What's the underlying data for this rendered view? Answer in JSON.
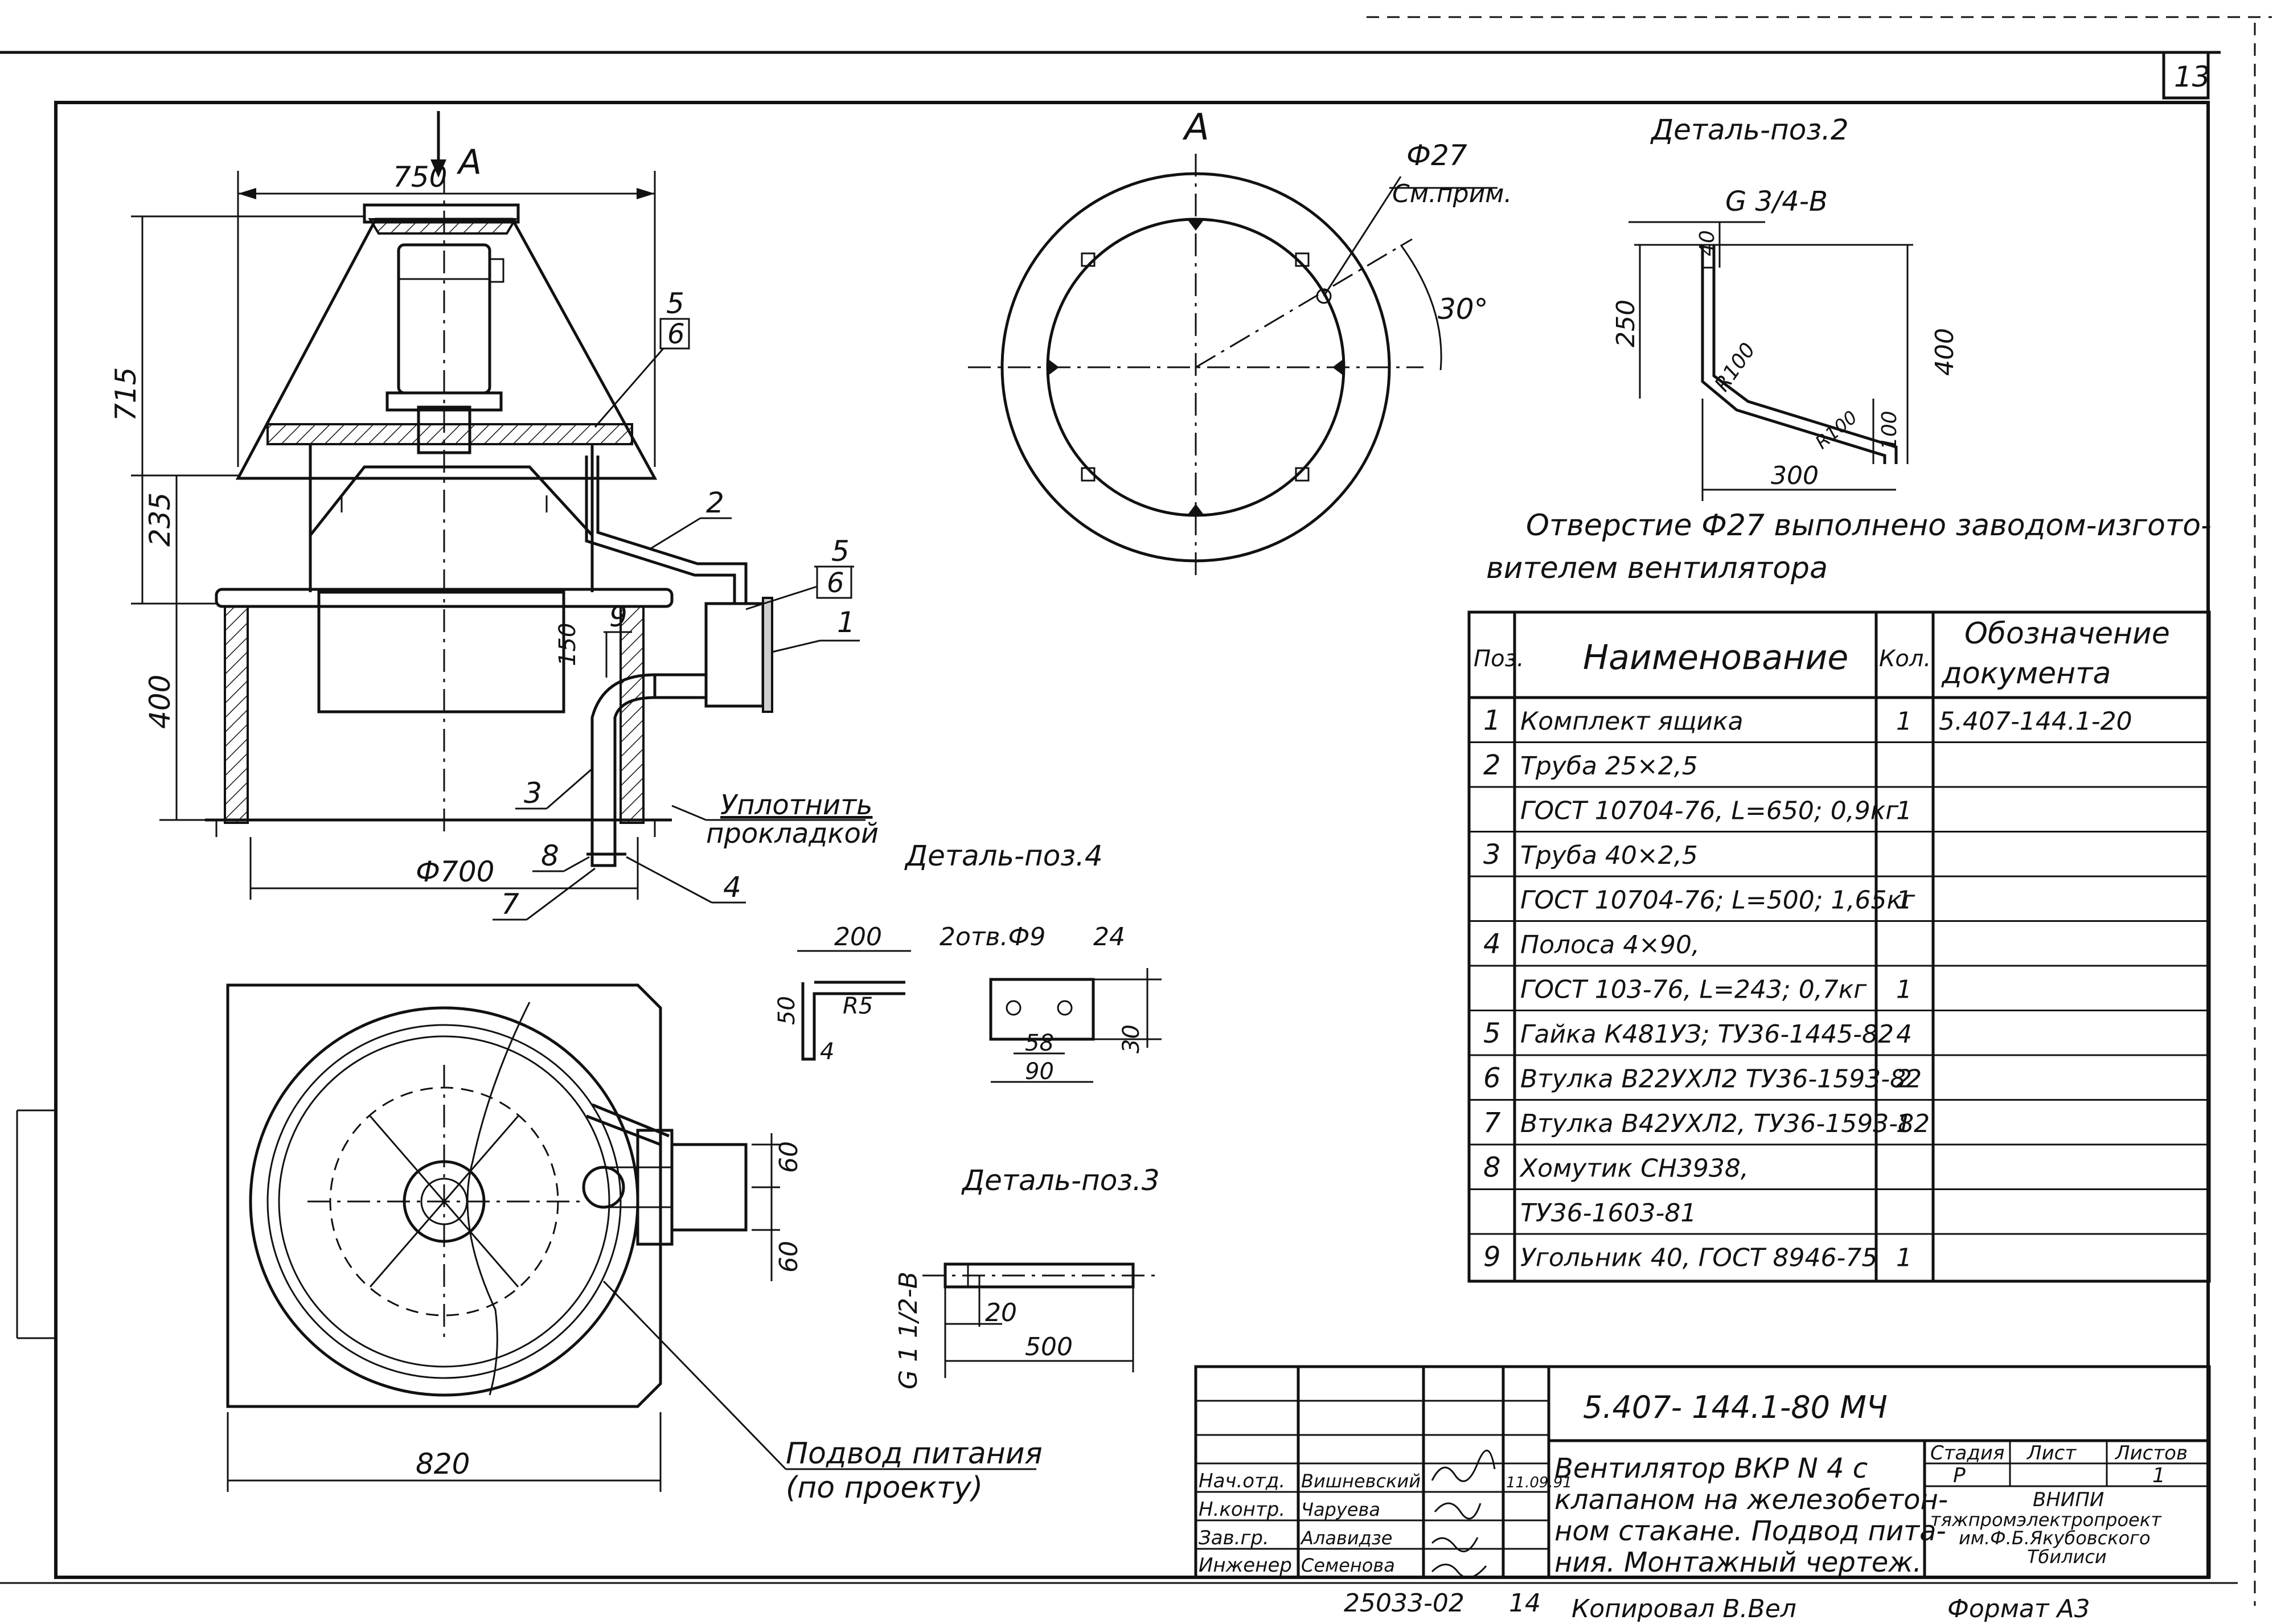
{
  "page_number": "13",
  "section_view_label": "A",
  "view_arrow_label": "A",
  "main_view": {
    "dim_750": "750",
    "dim_715": "715",
    "dim_235": "235",
    "dim_400": "400",
    "dim_150": "150",
    "dim_700": "Ф700",
    "callout_5a": "5",
    "callout_6a": "6",
    "callout_2": "2",
    "callout_5b": "5",
    "callout_6b": "6",
    "callout_1": "1",
    "callout_9": "9",
    "callout_3": "3",
    "callout_8": "8",
    "callout_7": "7",
    "callout_4": "4",
    "seal_note_line1": "Уплотнить",
    "seal_note_line2": "прокладкой"
  },
  "plan_view": {
    "dim_820": "820",
    "dim_60a": "60",
    "dim_60b": "60",
    "supply_note_line1": "Подвод питания",
    "supply_note_line2": "(по проекту)"
  },
  "view_a": {
    "hole_dim": "Ф27",
    "hole_note": "См.прим.",
    "angle": "30°"
  },
  "detail_2": {
    "title": "Деталь-поз.2",
    "thread": "G 3/4-B",
    "dim_40": "40",
    "dim_250": "250",
    "dim_r100a": "R100",
    "dim_r100b": "R100",
    "dim_400": "400",
    "dim_100": "100",
    "dim_300": "300"
  },
  "note_line1": "Отверстие  Ф27 выполнено заводом-изгото-",
  "note_line2": "вителем вентилятора",
  "detail_4": {
    "title": "Деталь-поз.4",
    "dim_200": "200",
    "holes": "2отв.Ф9",
    "dim_24": "24",
    "dim_50": "50",
    "dim_r5": "R5",
    "dim_4": "4",
    "dim_58": "58",
    "dim_30": "30",
    "dim_90": "90"
  },
  "detail_3": {
    "title": "Деталь-поз.3",
    "thread": "G 1 1/2-B",
    "dim_20": "20",
    "dim_500": "500"
  },
  "spec_table": {
    "headers": {
      "pos": "Поз.",
      "name": "Наименование",
      "qty": "Кол.",
      "doc_line1": "Обозначение",
      "doc_line2": "документа"
    },
    "rows": [
      {
        "pos": "1",
        "name": "Комплект ящика",
        "qty": "1",
        "doc": "5.407-144.1-20"
      },
      {
        "pos": "2",
        "name": "Труба 25×2,5",
        "qty": "",
        "doc": ""
      },
      {
        "pos": "",
        "name": "ГОСТ 10704-76, L=650; 0,9кг",
        "qty": "1",
        "doc": ""
      },
      {
        "pos": "3",
        "name": "Труба 40×2,5",
        "qty": "",
        "doc": ""
      },
      {
        "pos": "",
        "name": "ГОСТ 10704-76; L=500; 1,65кг",
        "qty": "1",
        "doc": ""
      },
      {
        "pos": "4",
        "name": "Полоса 4×90,",
        "qty": "",
        "doc": ""
      },
      {
        "pos": "",
        "name": "ГОСТ 103-76, L=243; 0,7кг",
        "qty": "1",
        "doc": ""
      },
      {
        "pos": "5",
        "name": "Гайка К481УЗ; ТУ36-1445-82",
        "qty": "4",
        "doc": ""
      },
      {
        "pos": "6",
        "name": "Втулка В22УХЛ2 ТУ36-1593-82",
        "qty": "2",
        "doc": ""
      },
      {
        "pos": "7",
        "name": "Втулка В42УХЛ2, ТУ36-1593-82",
        "qty": "1",
        "doc": ""
      },
      {
        "pos": "8",
        "name": "Хомутик СН3938,",
        "qty": "",
        "doc": ""
      },
      {
        "pos": "",
        "name": "ТУ36-1603-81",
        "qty": "",
        "doc": ""
      },
      {
        "pos": "9",
        "name": "Угольник 40, ГОСТ 8946-75",
        "qty": "1",
        "doc": ""
      }
    ]
  },
  "title_block": {
    "doc_code": "5.407- 144.1-80 МЧ",
    "title_lines": [
      "Вентилятор ВКР N 4 с",
      "клапаном на железобетон-",
      "ном стакане. Подвод пита-",
      "ния. Монтажный чертеж."
    ],
    "stage_label": "Стадия",
    "sheet_label": "Лист",
    "sheets_label": "Листов",
    "stage_value": "Р",
    "sheets_value": "1",
    "org_lines": [
      "ВНИПИ",
      "тяжпромэлектропроект",
      "им.Ф.Б.Якубовского",
      "Тбилиси"
    ],
    "date": "11.09.91",
    "signers": [
      {
        "role": "Нач.отд.",
        "name": "Вишневский"
      },
      {
        "role": "Н.контр.",
        "name": "Чаруева"
      },
      {
        "role": "Зав.гр.",
        "name": "Алавидзе"
      },
      {
        "role": "Инженер",
        "name": "Семенова"
      }
    ]
  },
  "footer": {
    "inventory": "25033-02",
    "sheet": "14",
    "copied": "Копировал  В.Вел",
    "format": "Формат А3"
  }
}
